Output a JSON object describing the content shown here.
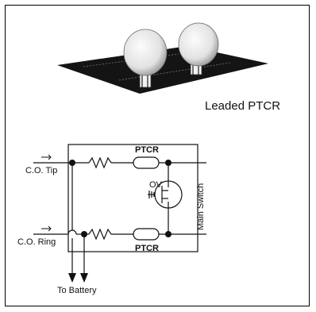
{
  "photo": {
    "caption": "Leaded PTCR"
  },
  "schematic": {
    "ptcr_top_label": "PTCR",
    "ptcr_bottom_label": "PTCR",
    "ov_label": "OV",
    "tip_label": "C.O. Tip",
    "ring_label": "C.O. Ring",
    "main_switch_label": "Main Switch",
    "battery_label": "To Battery"
  },
  "colors": {
    "line": "#111111",
    "board": "#151515",
    "disc": "#e8e8e8"
  }
}
